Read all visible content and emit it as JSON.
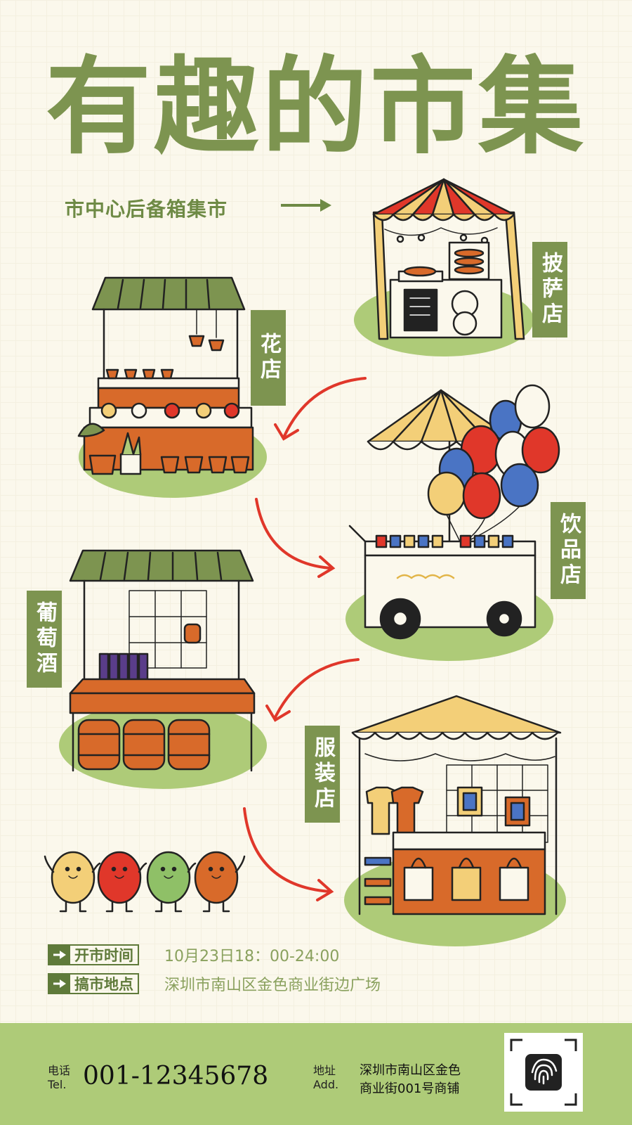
{
  "title": "有趣的市集",
  "subtitle": "市中心后备箱集市",
  "stalls": {
    "pizza": "披萨店",
    "flower": "花店",
    "drink": "饮品店",
    "wine": "葡萄酒",
    "clothing": "服装店"
  },
  "info": {
    "time_label": "开市时间",
    "time_value": "10月23日18：00-24:00",
    "place_label": "搞市地点",
    "place_value": "深圳市南山区金色商业街边广场"
  },
  "footer": {
    "phone_label_cn": "电话",
    "phone_label_en": "Tel.",
    "phone": "001-12345678",
    "address_label_cn": "地址",
    "address_label_en": "Add.",
    "address_line1": "深圳市南山区金色",
    "address_line2": "商业街001号商铺"
  },
  "colors": {
    "green": "#7d9450",
    "light_green": "#aecb78",
    "red": "#e0372a",
    "yellow": "#f3cf78",
    "orange": "#d86a2a",
    "blue": "#4a74c4"
  }
}
